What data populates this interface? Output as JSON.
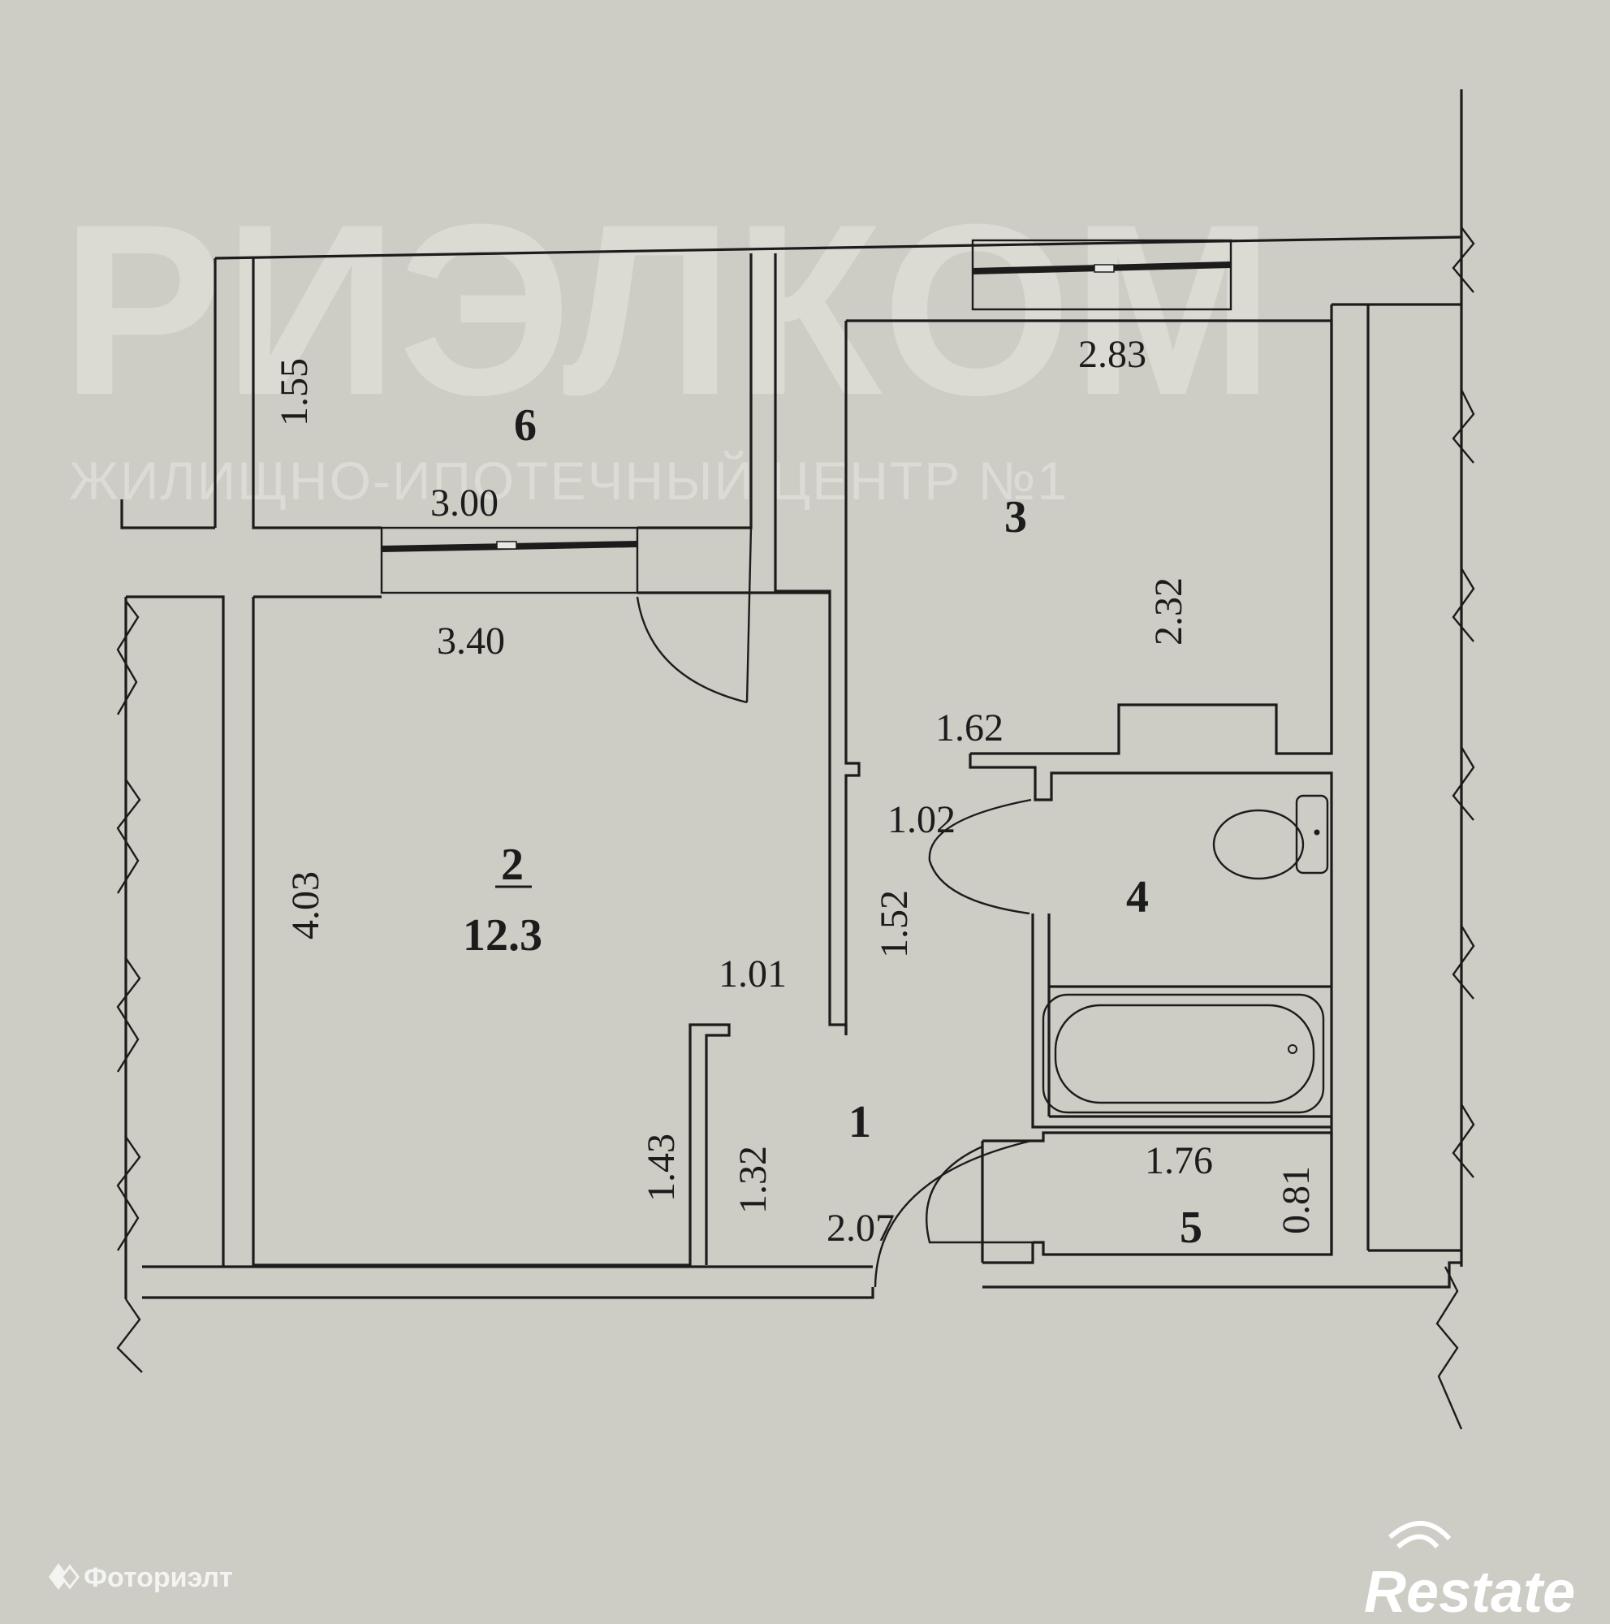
{
  "watermark": {
    "brand": "РИЭЛКОМ",
    "subtitle": "ЖИЛИЩНО-ИПОТЕЧНЫЙ ЦЕНТР №1"
  },
  "rooms": {
    "r1": "1",
    "r2": "2",
    "r2_area": "12.3",
    "r3": "3",
    "r4": "4",
    "r5": "5",
    "r6": "6"
  },
  "dimensions": {
    "d_155": "1.55",
    "d_300": "3.00",
    "d_283": "2.83",
    "d_340": "3.40",
    "d_232": "2.32",
    "d_162": "1.62",
    "d_102": "1.02",
    "d_403": "4.03",
    "d_152": "1.52",
    "d_101": "1.01",
    "d_143": "1.43",
    "d_132": "1.32",
    "d_176": "1.76",
    "d_081": "0.81",
    "d_207": "2.07"
  },
  "logos": {
    "left": "Фоториэлт",
    "right": "Restate"
  },
  "colors": {
    "paper": "#cdccc5",
    "ink": "#1c1c1c"
  }
}
